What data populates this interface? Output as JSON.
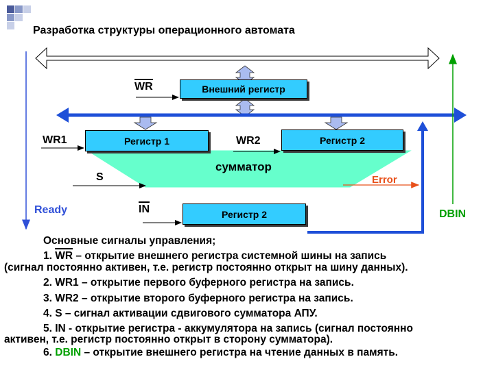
{
  "title": "Разработка структуры операционного автомата",
  "diagram": {
    "external_register": "Внешний регистр",
    "register_1": "Регистр 1",
    "register_2_top": "Регистр 2",
    "register_2_bottom": "Регистр 2",
    "adder": "сумматор",
    "signals": {
      "wr": "WR",
      "wr1": "WR1",
      "wr2": "WR2",
      "s": "S",
      "in": "IN",
      "error": "Error",
      "ready": "Ready",
      "dbin": "DBIN"
    },
    "colors": {
      "register_fill": "#33ccff",
      "adder_fill": "#66ffcc",
      "data_bus": "#1e4fd8",
      "error": "#e8501a",
      "ready": "#3050d8",
      "dbin": "#00a000",
      "arrow_fill": "#aabbf0"
    }
  },
  "signals_text": {
    "heading": "Основные сигналы управления;",
    "item1_prefix": "1.",
    "item1_signal": "WR",
    "item1_rest": "– открытие внешнего регистра системной шины на запись",
    "item1_cont": "(сигнал постоянно активен, т.е. регистр постоянно открыт на шину данных).",
    "item2": "2. WR1 – открытие первого буферного регистра на запись.",
    "item3": "3. WR2 – открытие второго буферного регистра на запись.",
    "item4": "4. S – сигнал активации сдвигового сумматора АПУ.",
    "item5": "5. IN - открытие регистра - аккумулятора на запись (сигнал постоянно",
    "item5_cont": "активен, т.е. регистр постоянно открыт в сторону сумматора).",
    "item6_prefix": "6.",
    "item6_signal": "DBIN",
    "item6_rest": "– открытие внешнего регистра на чтение данных в память."
  }
}
